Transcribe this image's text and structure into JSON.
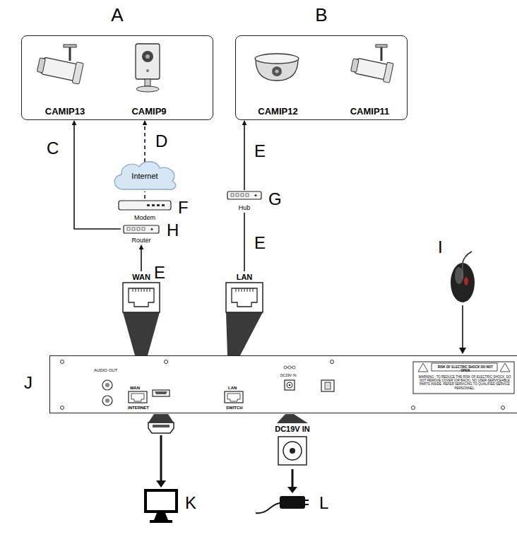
{
  "diagram": {
    "nodes": [
      {
        "text": [
          "A"
        ]
      },
      {
        "text": [
          "CAMIP13"
        ],
        "in": 0
      },
      {
        "text": [
          "CAMIP9"
        ],
        "in": 0
      },
      {
        "text": [
          "B"
        ]
      },
      {
        "text": [
          "CAMIP12"
        ],
        "in": 3
      },
      {
        "text": [
          "CAMIP11"
        ],
        "in": 3
      },
      {
        "text": [
          "Internet"
        ]
      },
      {
        "text": [
          "Modem"
        ]
      },
      {
        "text": [
          "Router"
        ]
      },
      {
        "text": [
          "Hub"
        ]
      },
      {
        "text": [
          "WAN"
        ]
      },
      {
        "text": [
          "LAN"
        ]
      },
      {
        "text": [
          "AUDIO OUT",
          "WAN",
          "INTERNET",
          "LAN",
          "SWITCH",
          "DC19V IN",
          "RISK OF ELECTRIC SHOCK DO NOT OPEN",
          "WARNING : TO REDUCE THE RISK OF ELECTRIC SHOCK, DO NOT REMOVE COVER (OR BACK). NO USER-SERVICEABLE PARTS INSIDE. REFER SERVICING TO QUALIFIED SERVICE PERSONNEL."
        ]
      },
      {
        "text": [
          "DC19V IN"
        ]
      }
    ],
    "edges": [
      {
        "from": 10,
        "to": 8,
        "arrow": "to",
        "label": "E"
      },
      {
        "from": 8,
        "to": 0,
        "arrow": "to",
        "label": "C"
      },
      {
        "from": 6,
        "to": 0,
        "arrow": "to",
        "label": "D"
      },
      {
        "from": 7,
        "to": 6,
        "arrow": "none"
      },
      {
        "from": 11,
        "to": 9,
        "arrow": "none",
        "label": "E"
      },
      {
        "from": 9,
        "to": 3,
        "arrow": "to",
        "label": "E"
      }
    ],
    "labels": [
      "F",
      "G",
      "H",
      "I",
      "J",
      "K",
      "L"
    ]
  }
}
